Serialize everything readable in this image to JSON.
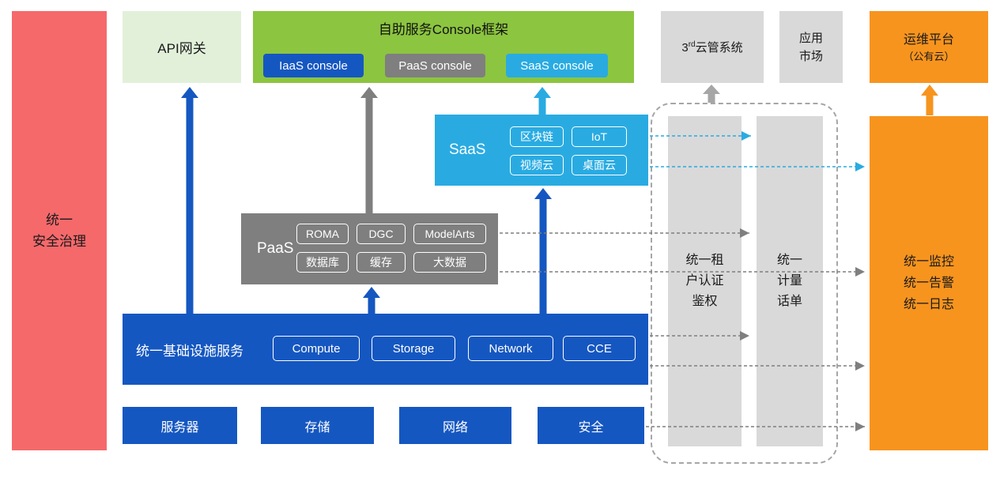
{
  "colors": {
    "blue": "#1557C1",
    "cyan": "#29ABE2",
    "green": "#8CC540",
    "light_green": "#E2F0DA",
    "gray": "#7F7F7F",
    "light_gray": "#D9D9D9",
    "orange": "#F7941E",
    "red": "#F5696B"
  },
  "left_rail": {
    "security": {
      "line1": "统一",
      "line2": "安全治理"
    }
  },
  "top": {
    "api_gateway": "API网关",
    "console": {
      "title": "自助服务Console框架",
      "iaas": "IaaS console",
      "paas": "PaaS console",
      "saas": "SaaS console"
    },
    "third_party": {
      "prefix": "3",
      "sup": "rd",
      "rest": "云管系统"
    },
    "app_market": {
      "line1": "应用",
      "line2": "市场"
    },
    "om_platform": {
      "line1": "运维平台",
      "line2": "（公有云）"
    }
  },
  "saas": {
    "label": "SaaS",
    "chips": [
      "区块链",
      "IoT",
      "视频云",
      "桌面云"
    ]
  },
  "paas": {
    "label": "PaaS",
    "chips": [
      "ROMA",
      "DGC",
      "ModelArts",
      "数据库",
      "缓存",
      "大数据"
    ]
  },
  "infra": {
    "label": "统一基础设施服务",
    "chips": [
      "Compute",
      "Storage",
      "Network",
      "CCE"
    ]
  },
  "bottom": {
    "items": [
      "服务器",
      "存储",
      "网络",
      "安全"
    ]
  },
  "right_rail": {
    "auth": {
      "lines": [
        "统一租",
        "户认证",
        "鉴权"
      ]
    },
    "metering": {
      "lines": [
        "统一",
        "计量",
        "话单"
      ]
    },
    "monitor": {
      "lines": [
        "统一监控",
        "统一告警",
        "统一日志"
      ]
    }
  }
}
